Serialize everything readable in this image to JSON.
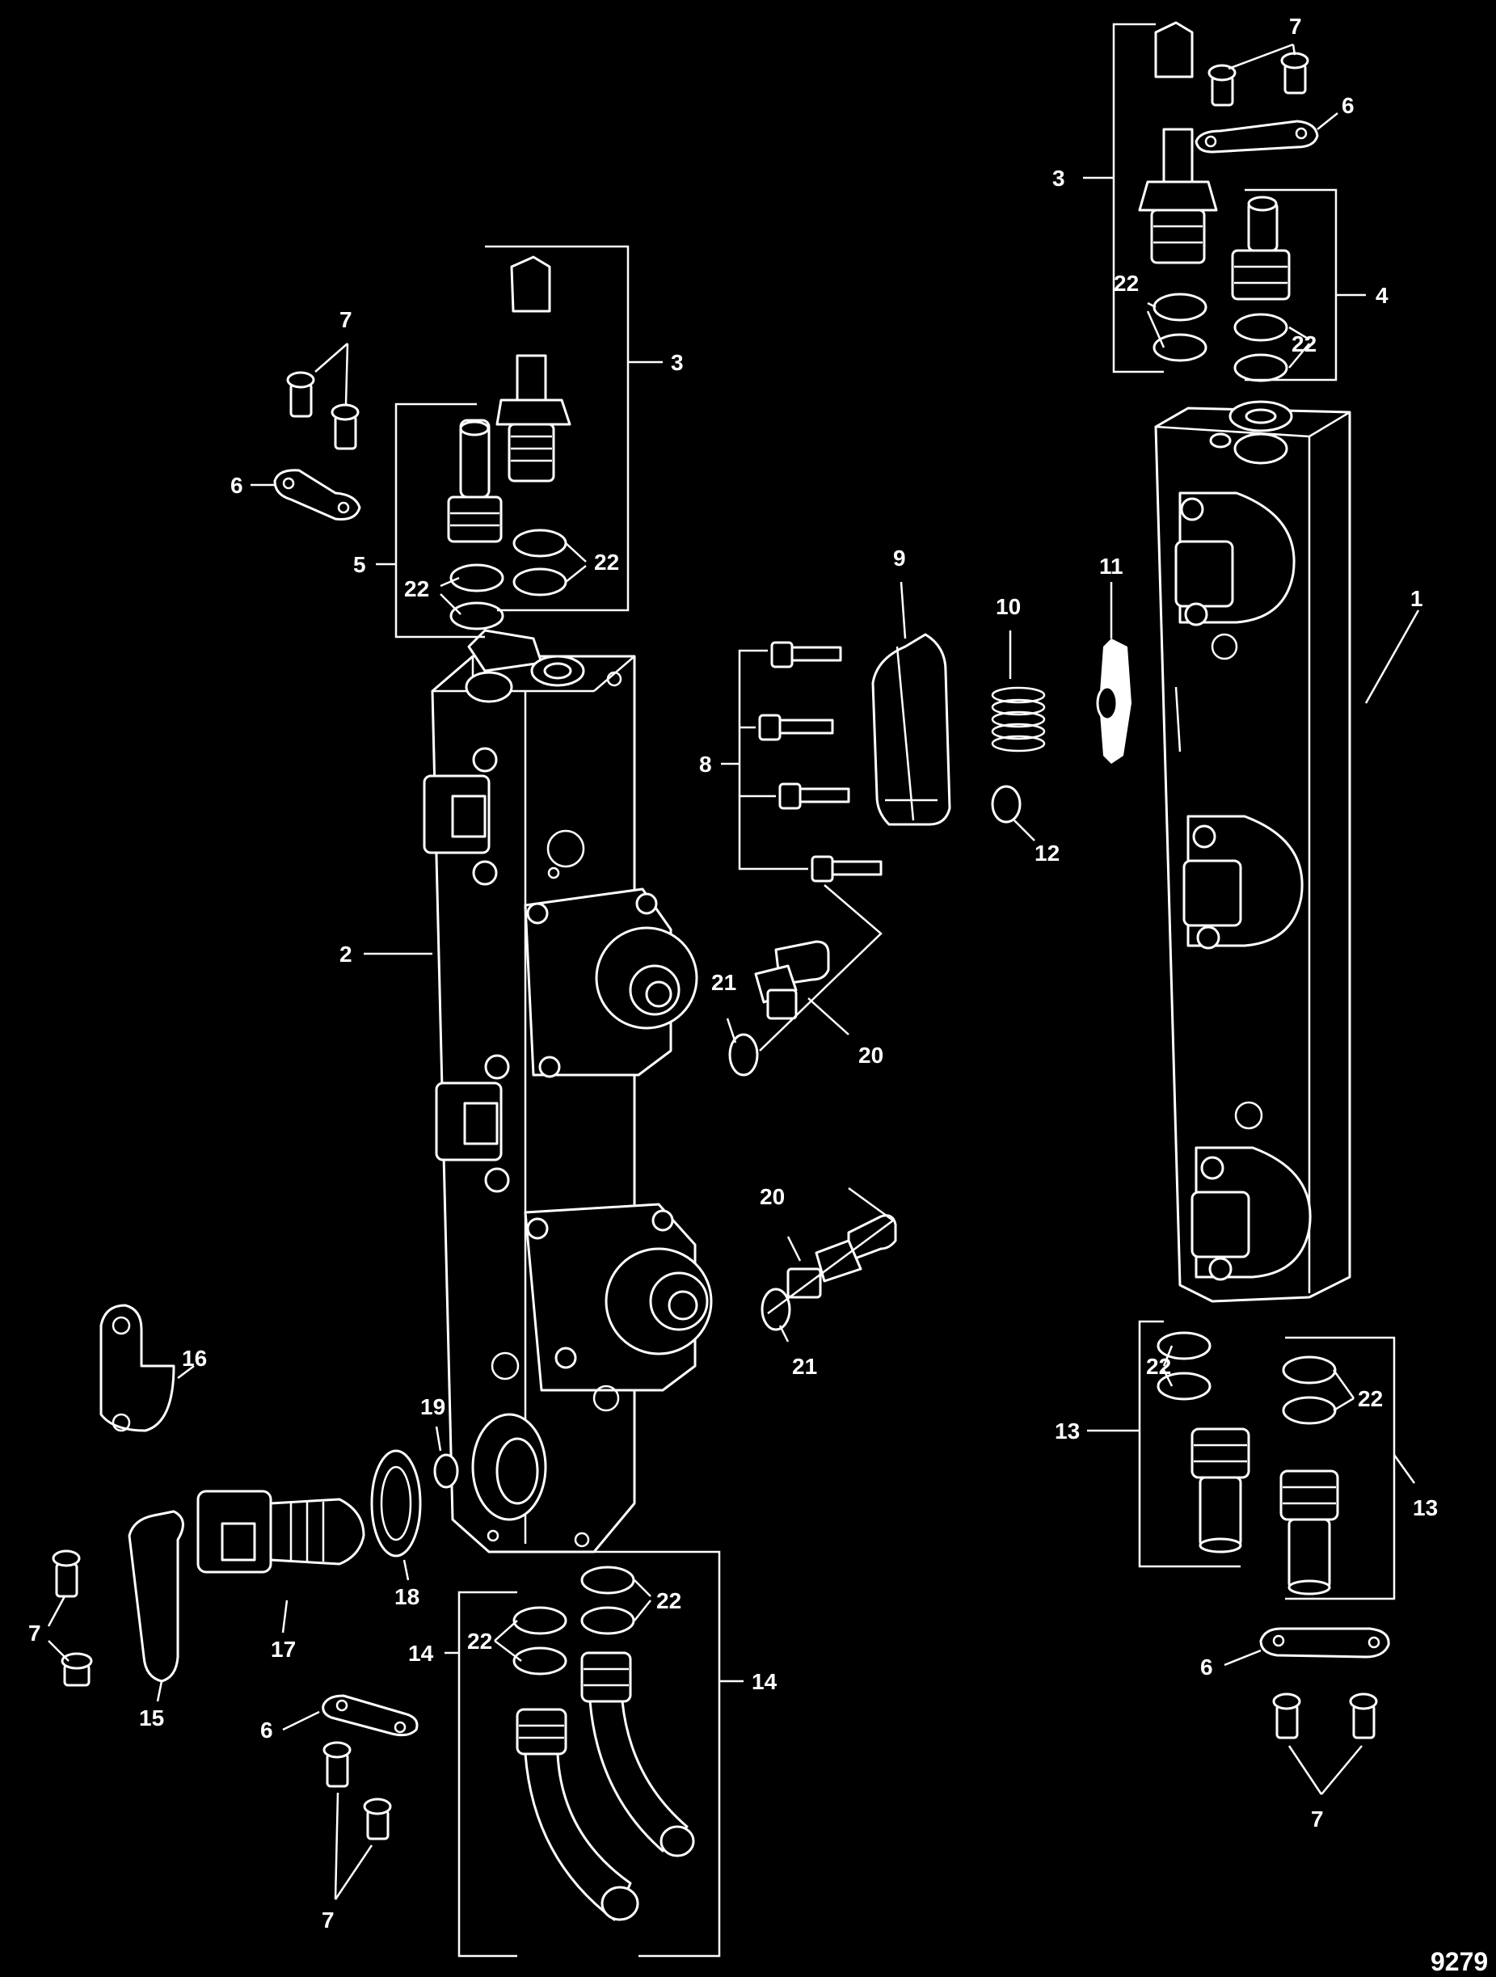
{
  "diagram": {
    "figure_number": "9279",
    "callouts": [
      {
        "id": "c1",
        "label": "1"
      },
      {
        "id": "c2",
        "label": "2"
      },
      {
        "id": "c3a",
        "label": "3"
      },
      {
        "id": "c3b",
        "label": "3"
      },
      {
        "id": "c4",
        "label": "4"
      },
      {
        "id": "c5",
        "label": "5"
      },
      {
        "id": "c6a",
        "label": "6"
      },
      {
        "id": "c6b",
        "label": "6"
      },
      {
        "id": "c6c",
        "label": "6"
      },
      {
        "id": "c6d",
        "label": "6"
      },
      {
        "id": "c7a",
        "label": "7"
      },
      {
        "id": "c7b",
        "label": "7"
      },
      {
        "id": "c7c",
        "label": "7"
      },
      {
        "id": "c7d",
        "label": "7"
      },
      {
        "id": "c7e",
        "label": "7"
      },
      {
        "id": "c8",
        "label": "8"
      },
      {
        "id": "c9",
        "label": "9"
      },
      {
        "id": "c10",
        "label": "10"
      },
      {
        "id": "c11",
        "label": "11"
      },
      {
        "id": "c12",
        "label": "12"
      },
      {
        "id": "c13a",
        "label": "13"
      },
      {
        "id": "c13b",
        "label": "13"
      },
      {
        "id": "c14a",
        "label": "14"
      },
      {
        "id": "c14b",
        "label": "14"
      },
      {
        "id": "c15",
        "label": "15"
      },
      {
        "id": "c16",
        "label": "16"
      },
      {
        "id": "c17",
        "label": "17"
      },
      {
        "id": "c18",
        "label": "18"
      },
      {
        "id": "c19",
        "label": "19"
      },
      {
        "id": "c20a",
        "label": "20"
      },
      {
        "id": "c20b",
        "label": "20"
      },
      {
        "id": "c21a",
        "label": "21"
      },
      {
        "id": "c21b",
        "label": "21"
      },
      {
        "id": "c22a",
        "label": "22"
      },
      {
        "id": "c22b",
        "label": "22"
      },
      {
        "id": "c22c",
        "label": "22"
      },
      {
        "id": "c22d",
        "label": "22"
      },
      {
        "id": "c22e",
        "label": "22"
      },
      {
        "id": "c22f",
        "label": "22"
      },
      {
        "id": "c22g",
        "label": "22"
      },
      {
        "id": "c22h",
        "label": "22"
      }
    ]
  }
}
